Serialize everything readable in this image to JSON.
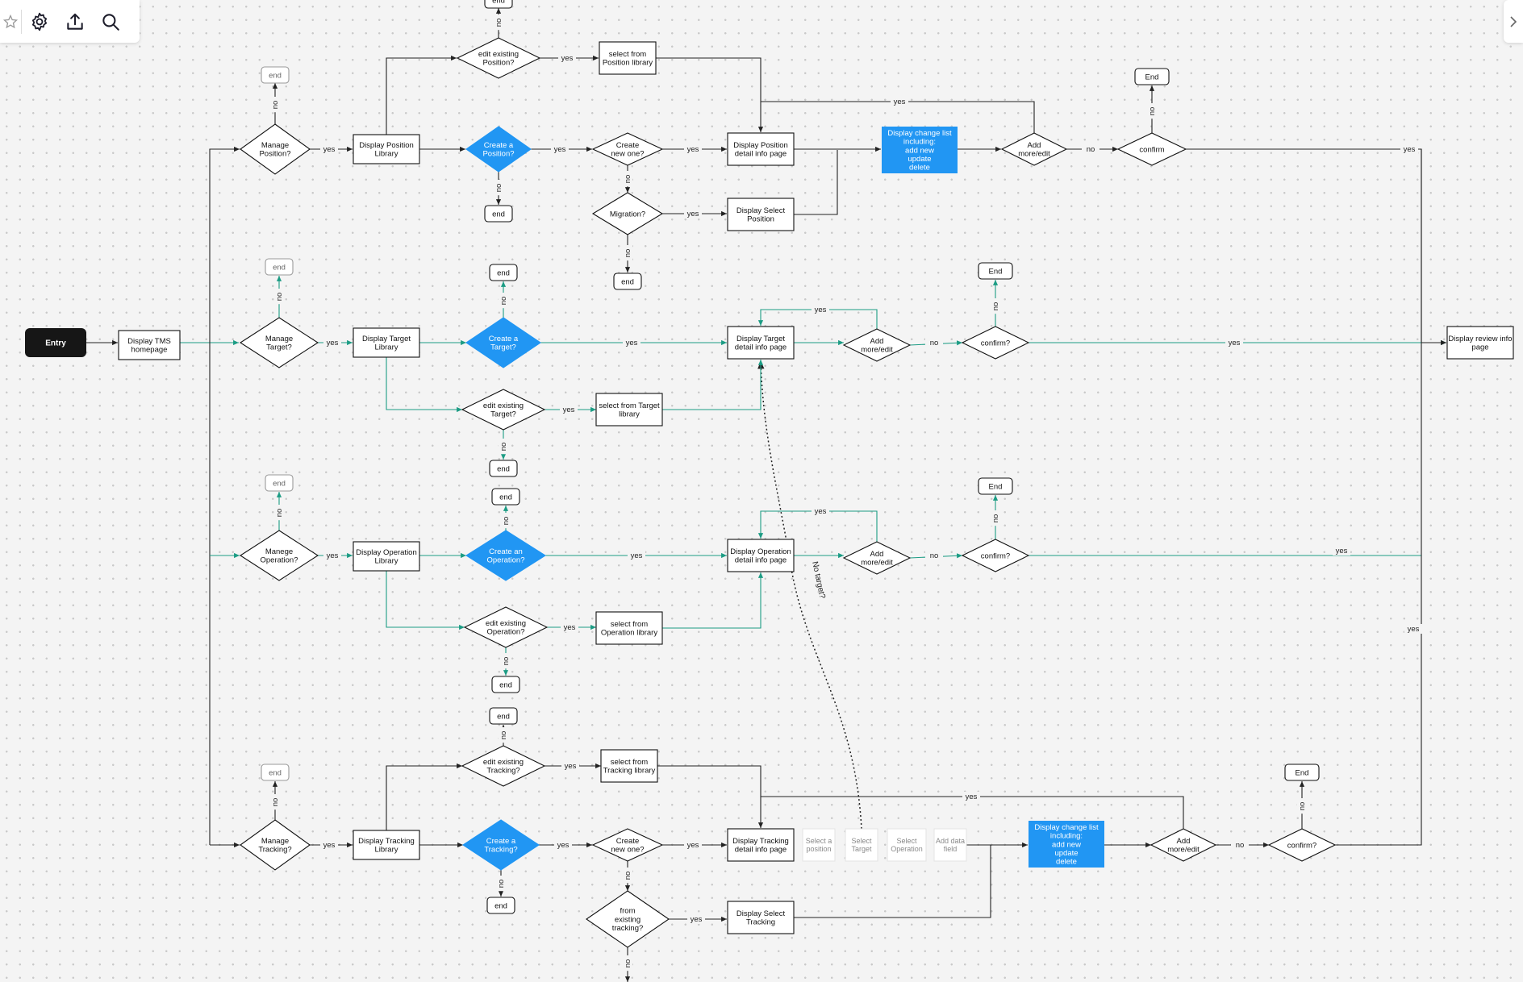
{
  "toolbar": {
    "icons": [
      "star-icon",
      "gear-icon",
      "upload-icon",
      "search-icon"
    ]
  },
  "colors": {
    "node_fill": "#ffffff",
    "node_stroke": "#111111",
    "entry_fill": "#161616",
    "accent_blue": "#2196f3",
    "teal_connector": "#1c9c84",
    "dark_connector": "#222222",
    "faded_text": "#8a8a8a",
    "canvas_bg": "#f4f4f4"
  },
  "nodes": {
    "entry": "Entry",
    "home": "Display TMS homepage",
    "end_generic": "end",
    "end_cap": "End",
    "manage_position": "Manage Position?",
    "manage_target": "Manage Target?",
    "manage_operation": "Manege Operation?",
    "manage_tracking": "Manage Tracking?",
    "lib_position": "Display Position Library",
    "lib_target": "Display Target Library",
    "lib_operation": "Display Operation Library",
    "lib_tracking": "Display Tracking Library",
    "edit_position": "edit existing Position?",
    "edit_target": "edit existing Target?",
    "edit_operation": "edit existing Operation?",
    "edit_tracking": "edit existing Tracking?",
    "select_position_lib": "select from Position library",
    "select_target_lib": "select from Target library",
    "select_operation_lib": "select from Operation library",
    "select_tracking_lib": "select from Tracking library",
    "create_position": "Create a Position?",
    "create_target": "Create a Target?",
    "create_operation": "Create an Operation?",
    "create_tracking": "Create a Tracking?",
    "create_new": "Create new one?",
    "migration": "Migration?",
    "from_existing_tracking": "from existing tracking?",
    "display_select_position": "Display Select Position",
    "display_select_tracking": "Display Select Tracking",
    "detail_position": "Display Position detail info page",
    "detail_target": "Display Target detail info page",
    "detail_operation": "Display Operation detail info page",
    "detail_tracking": "Display Tracking detail info page",
    "change_list": "Display change list including: add new update delete",
    "add_more": "Add more/edit",
    "confirm_cap": "confirm",
    "confirm_q": "confirm?",
    "review": "Display review info page",
    "select_a_position": "Select a position",
    "select_target": "Select Target",
    "select_operation": "Select Operation",
    "add_data_field": "Add data field"
  },
  "labels": {
    "yes": "yes",
    "no": "no",
    "no_target": "No target?"
  }
}
